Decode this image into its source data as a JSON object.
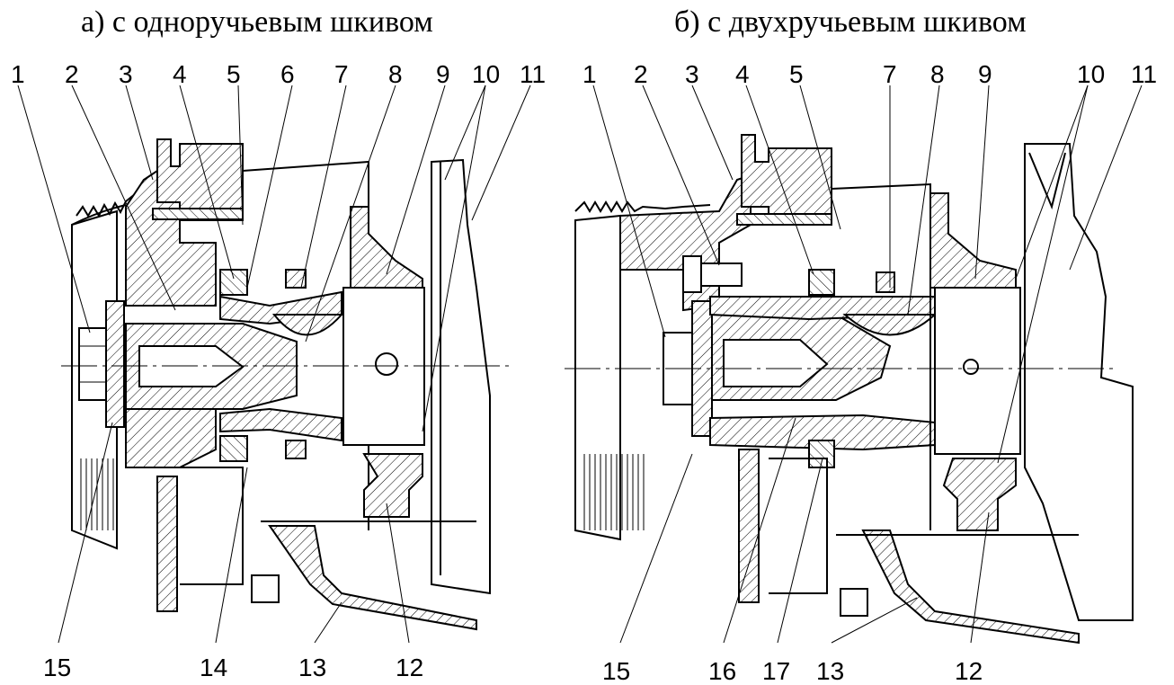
{
  "captions": {
    "left": "а) с одноручьевым шкивом",
    "right": "б) с двухручьевым шкивом"
  },
  "left": {
    "top_labels": [
      "1",
      "2",
      "3",
      "4",
      "5",
      "6",
      "7",
      "8",
      "9",
      "10",
      "11"
    ],
    "bottom_labels": [
      "15",
      "14",
      "13",
      "12"
    ]
  },
  "right": {
    "top_labels": [
      "1",
      "2",
      "3",
      "4",
      "5",
      "7",
      "8",
      "9",
      "10",
      "11"
    ],
    "bottom_labels": [
      "15",
      "16",
      "17",
      "13",
      "12"
    ]
  }
}
